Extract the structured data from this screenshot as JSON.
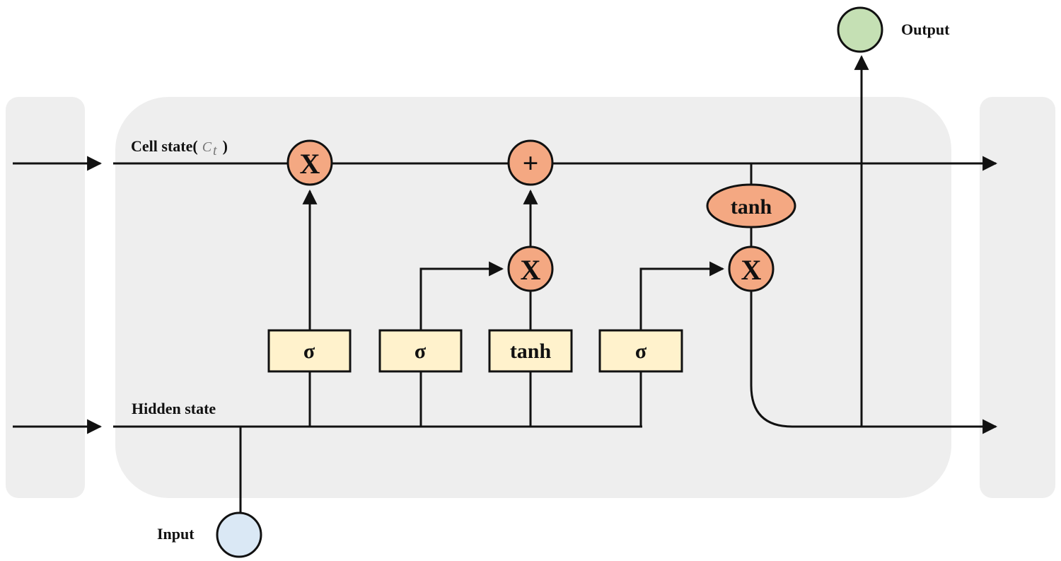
{
  "labels": {
    "cell_state": "Cell state(",
    "cell_state_symbol": "C",
    "cell_state_subscript": "t",
    "cell_state_close": ")",
    "hidden_state": "Hidden state",
    "input": "Input",
    "output": "Output"
  },
  "gates": {
    "forget": "σ",
    "input": "σ",
    "candidate": "tanh",
    "output": "σ"
  },
  "operations": {
    "forget_multiply": "X",
    "add": "+",
    "input_multiply": "X",
    "output_tanh": "tanh",
    "output_multiply": "X"
  },
  "colors": {
    "panel": "#eeeeee",
    "op_node": "#f4a882",
    "gate_box": "#fff2cc",
    "input_node": "#dae8f5",
    "output_node": "#c5e0b4",
    "line": "#111111"
  }
}
